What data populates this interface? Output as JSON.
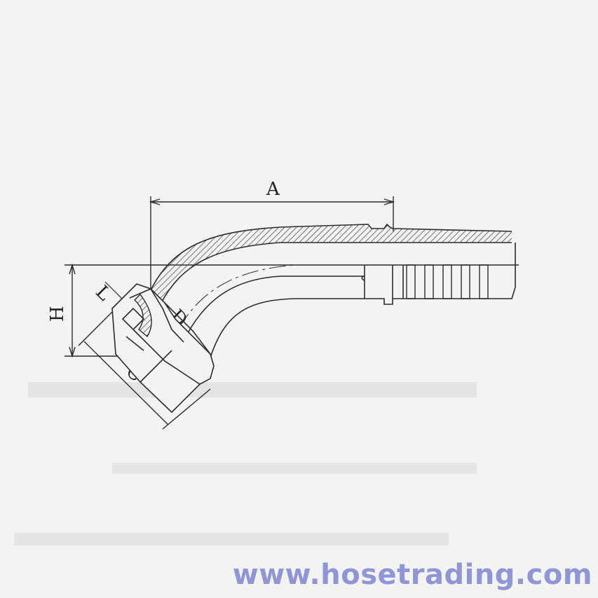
{
  "diagram": {
    "labels": {
      "A": "A",
      "H": "H",
      "L": "L",
      "D": "D",
      "C": "C"
    },
    "colors": {
      "line": "#2b2b2b",
      "hatch": "#3a3a3a",
      "background": "#f3f3f1"
    }
  },
  "watermark": {
    "text": "www.hosetrading.com",
    "color": "#8f95d6"
  }
}
